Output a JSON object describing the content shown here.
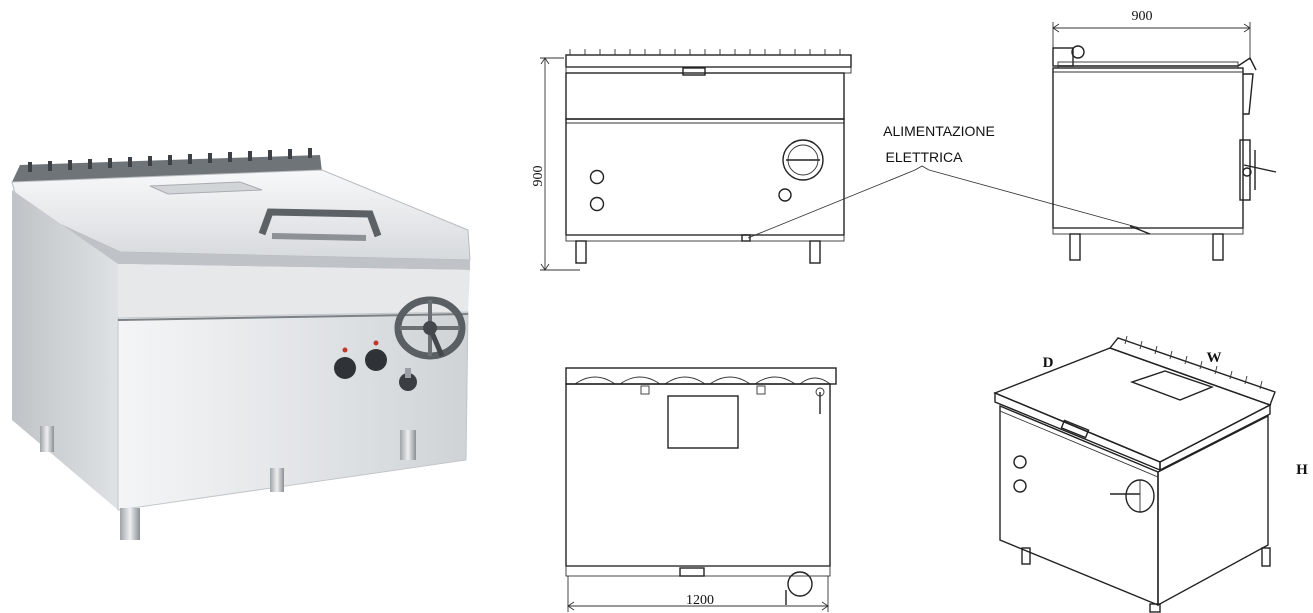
{
  "dimensions": {
    "front_height": "900",
    "side_depth": "900",
    "top_width": "1200"
  },
  "callout": {
    "line1": "ALIMENTAZIONE",
    "line2": "ELETTRICA"
  },
  "iso_labels": {
    "depth": "D",
    "width": "W",
    "height": "H"
  },
  "colors": {
    "steel_light": "#e9ebed",
    "steel_mid": "#c9cdd1",
    "steel_dark": "#8d9297",
    "line": "#222222"
  }
}
